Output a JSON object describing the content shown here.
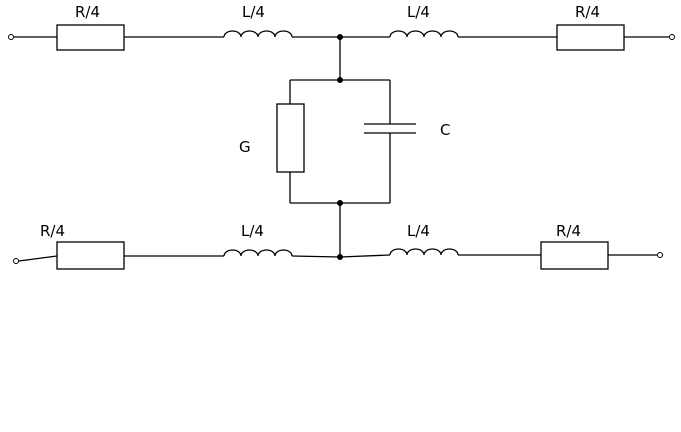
{
  "diagram": {
    "labels": {
      "top_left_resistor": "R/4",
      "top_left_inductor": "L/4",
      "top_right_inductor": "L/4",
      "top_right_resistor": "R/4",
      "conductance": "G",
      "capacitor": "C",
      "bottom_left_resistor": "R/4",
      "bottom_left_inductor": "L/4",
      "bottom_right_inductor": "L/4",
      "bottom_right_resistor": "R/4"
    }
  }
}
